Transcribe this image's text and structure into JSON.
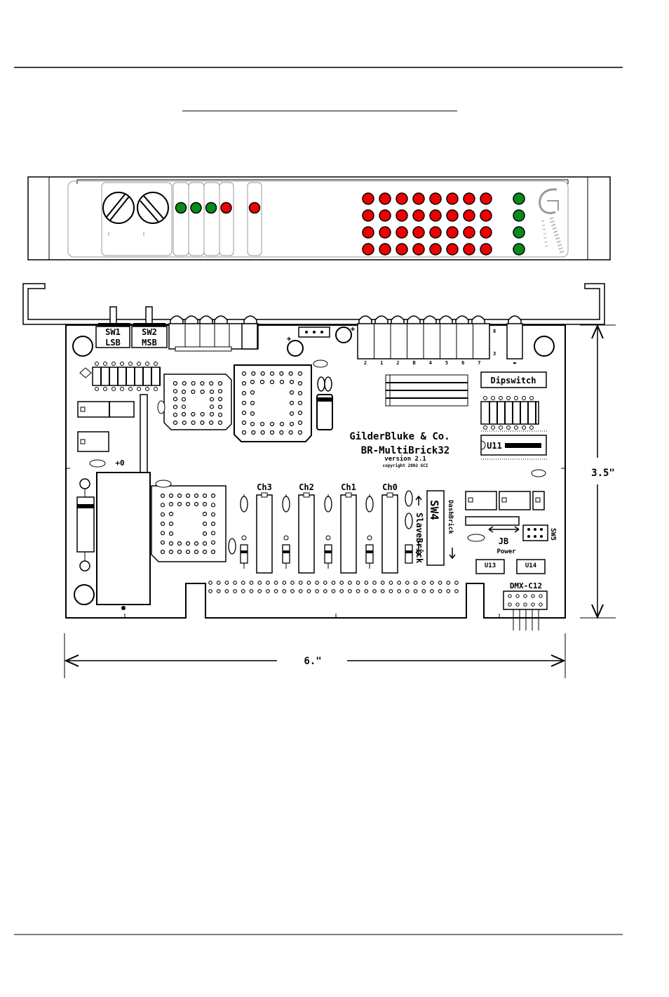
{
  "colors": {
    "led_red": "#ee0000",
    "led_green": "#0a8a1a",
    "ink": "#000000",
    "paper": "#ffffff",
    "logo_gray": "#9a9a9a"
  },
  "front_panel": {
    "left_leds": [
      "green",
      "green",
      "green",
      "red"
    ],
    "single_led": "red",
    "status_leds": [
      "green",
      "green",
      "green",
      "green"
    ],
    "matrix": {
      "rows": 4,
      "cols": 8,
      "color": "red"
    },
    "logo_icon": "glider-logo-icon"
  },
  "board": {
    "switches": {
      "sw1_top": "SW1",
      "sw1_bottom": "LSB",
      "sw2_top": "SW2",
      "sw2_bottom": "MSB"
    },
    "dipswitch_label": "Dipswitch",
    "title_line1": "GilderBluke & Co.",
    "title_line2": "BR-MultiBrick32",
    "version": "version 2.1",
    "copyright": "copyright 2002 GCI",
    "channel_labels": [
      "Ch3",
      "Ch2",
      "Ch1",
      "Ch0"
    ],
    "sw4_label": "SW4",
    "slavebrick_label": "SlaveBrick",
    "dashbrick_label": "DashBrick",
    "jp_label": "JB",
    "power_label": "Power",
    "sw5_label": "SW5",
    "u11_label": "U11",
    "u13_label": "U13",
    "u14_label": "U14",
    "dmx_label": "DMX-C12",
    "header_numbers": [
      "2",
      "1",
      "2",
      "B",
      "4",
      "5",
      "6",
      "7"
    ],
    "header_right_top": "8",
    "header_right_bottom": "3",
    "plus_sign": "+"
  },
  "dimensions": {
    "height_label": "3.5\"",
    "width_label": "6.\""
  }
}
